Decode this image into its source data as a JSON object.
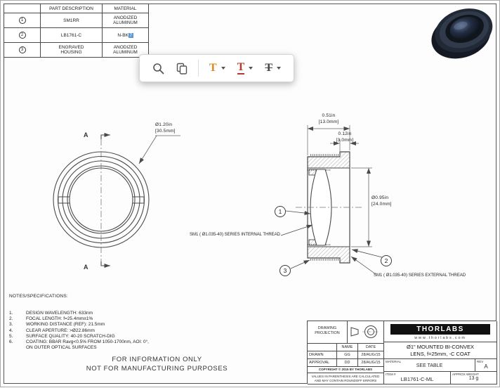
{
  "parts_table": {
    "col_part": "PART DESCRIPTION",
    "col_material": "MATERIAL",
    "rows": [
      {
        "num": "1",
        "part": "SM1RR",
        "material": "ANODIZED\nALUMINUM"
      },
      {
        "num": "2",
        "part": "LB1761-C",
        "material": "N-BK",
        "material_highlight": "7"
      },
      {
        "num": "3",
        "part": "ENGRAVED\nHOUSING",
        "material": "ANODIZED\nALUMINUM"
      }
    ]
  },
  "toolbar": {
    "letter": "T",
    "icons": [
      "magnifier-icon",
      "copy-icon",
      "highlight-text-icon",
      "underline-text-icon",
      "strikethrough-text-icon"
    ],
    "highlight_color": "#d98a1e",
    "underline_color": "#b03a2e"
  },
  "front_view": {
    "dim_line1": "Ø1.20in",
    "dim_line2": "[30.5mm]",
    "section_a_top": "A",
    "section_a_bottom": "A"
  },
  "section_view": {
    "dim_width_in": "0.51in",
    "dim_width_mm": "[13.0mm]",
    "dim_flange_in": "0.12in",
    "dim_flange_mm": "[3.0mm]",
    "dim_dia_in": "Ø0.95in",
    "dim_dia_mm": "[24.0mm]",
    "balloon_1": "1",
    "balloon_2": "2",
    "balloon_3": "3",
    "internal_thread_label": "SM1 ( Ø1.035-40) SERIES INTERNAL THREAD",
    "external_thread_label": "SM1 ( Ø1.035-40) SERIES EXTERNAL THREAD"
  },
  "notes": {
    "heading": "NOTES/SPECIFICATIONS:",
    "items": [
      {
        "num": "1.",
        "text": "DESIGN WAVELENGTH: 633nm"
      },
      {
        "num": "2.",
        "text": "FOCAL LENGTH: f=25.4mm±1%"
      },
      {
        "num": "3.",
        "text": "WORKING DISTANCE (REF): 21.5mm"
      },
      {
        "num": "4.",
        "text": "CLEAR APERTURE: >Ø22.86mm"
      },
      {
        "num": "5.",
        "text": "SURFACE QUALITY: 40-20 SCRATCH-DIG"
      },
      {
        "num": "6.",
        "text": "COATING: BBAR Ravg<0.5% FROM 1050-1700nm, AOI: 0°,\nON OUTER OPTICAL SURFACES"
      }
    ],
    "disclaimer_line1": "FOR INFORMATION ONLY",
    "disclaimer_line2": "NOT FOR MANUFACTURING PURPOSES"
  },
  "title_block": {
    "projection_label": "DRAWING\nPROJECTION",
    "name_header": "NAME",
    "date_header": "DATE",
    "drawn_label": "DRAWN",
    "drawn_name": "GG",
    "drawn_date": "28/AUG/15",
    "approval_label": "APPROVAL",
    "approval_name": "DD",
    "approval_date": "28/AUG/15",
    "copyright": "COPYRIGHT © 2015 BY THORLABS",
    "parenthesis_note": "VALUES IN PARENTHESIS ARE CALCULATED\nAND MAY CONTAIN ROUNDOFF ERRORS",
    "logo_text": "THORLABS",
    "website": "www.thorlabs.com",
    "title_line1": "Ø1\" MOUNTED BI-CONVEX",
    "title_line2": "LENS, f=25mm, -C COAT",
    "material_label": "MATERIAL",
    "material_value": "SEE TABLE",
    "rev_label": "REV",
    "rev_value": "A",
    "item_label": "ITEM #",
    "item_value": "LB1761-C-ML",
    "weight_label": "APPROX WEIGHT",
    "weight_value": "13 g"
  }
}
